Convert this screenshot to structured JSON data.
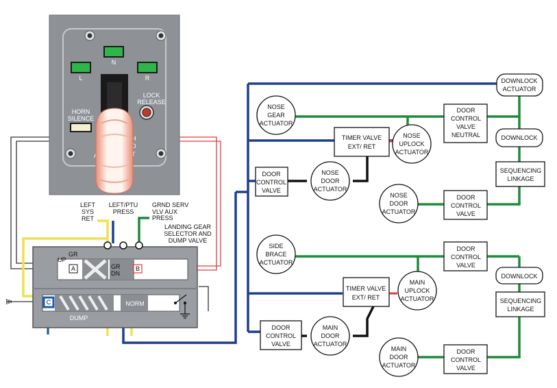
{
  "panel": {
    "n": "N",
    "l": "L",
    "r": "R",
    "lock1": "LOCK",
    "lock2": "RELEASE",
    "horn1": "HORN",
    "horn2": "SILENCE",
    "frag_c": "C",
    "frag_a": "A",
    "frag_h": "H",
    "frag_d": "D",
    "frag_t": "T"
  },
  "valve": {
    "left_sys_1": "LEFT",
    "left_sys_2": "SYS",
    "left_sys_3": "RET",
    "left_ptu_1": "LEFT/PTU",
    "left_ptu_2": "PRESS",
    "grnd_1": "GRND SERV",
    "grnd_2": "VLV AUX",
    "grnd_3": "PRESS",
    "title_1": "LANDING GEAR",
    "title_2": "SELECTOR AND",
    "title_3": "DUMP VALVE",
    "gr_up_1": "GR",
    "gr_up_2": "UP",
    "gr_dn_1": "GR",
    "gr_dn_2": "DN",
    "label_a": "A",
    "label_b": "B",
    "label_c": "C",
    "dump": "DUMP",
    "norm": "NORM"
  },
  "nose": {
    "gear_act": [
      "NOSE",
      "GEAR",
      "ACTUATOR"
    ],
    "timer": [
      "TIMER VALVE",
      "EXT/ RET"
    ],
    "uplock": [
      "NOSE",
      "UPLOCK",
      "ACTUATOR"
    ],
    "ctrl_neutral": [
      "DOOR",
      "CONTROL",
      "VALVE",
      "NEUTRAL"
    ],
    "downlock_act": [
      "DOWNLOCK",
      "ACTUATOR"
    ],
    "downlock": "DOWNLOCK",
    "door_ctrl": [
      "DOOR",
      "CONTROL",
      "VALVE"
    ],
    "door_act": [
      "NOSE",
      "DOOR",
      "ACTUATOR"
    ],
    "seq": [
      "SEQUENCING",
      "LINKAGE"
    ],
    "door_act2": [
      "NOSE",
      "DOOR",
      "ACTUATOR"
    ],
    "door_ctrl2": [
      "DOOR",
      "CONTROL",
      "VALVE"
    ]
  },
  "main": {
    "side_brace": [
      "SIDE",
      "BRACE",
      "ACTUATOR"
    ],
    "ctrl": [
      "DOOR",
      "CONTROL",
      "VALVE"
    ],
    "downlock": "DOWNLOCK",
    "timer": [
      "TIMER VALVE",
      "EXT/ RET"
    ],
    "uplock": [
      "MAIN",
      "UPLOCK",
      "ACTUATOR"
    ],
    "seq": [
      "SEQUENCING",
      "LINKAGE"
    ],
    "door_ctrl": [
      "DOOR",
      "CONTROL",
      "VALVE"
    ],
    "door_act": [
      "MAIN",
      "DOOR",
      "ACTUATOR"
    ],
    "door_act2": [
      "MAIN",
      "DOOR",
      "ACTUATOR"
    ],
    "door_ctrl2": [
      "DOOR",
      "CONTROL",
      "VALVE"
    ]
  },
  "colors": {
    "blue": "#1e3f8a",
    "green": "#1e8a3c",
    "yellow": "#f2e04a",
    "red": "#e03b3b",
    "panel": "#8e9297",
    "valve_body": "#9a9da2"
  }
}
